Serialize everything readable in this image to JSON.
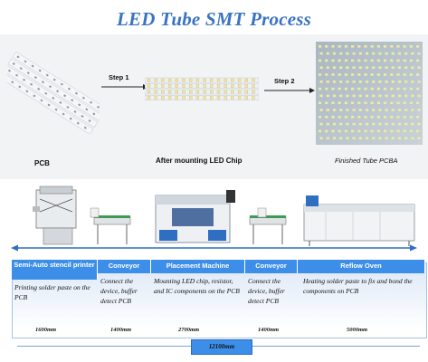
{
  "title": "LED Tube SMT Process",
  "process": {
    "pcb_label": "PCB",
    "step1_label": "Step 1",
    "after_label": "After mounting LED Chip",
    "step2_label": "Step 2",
    "finished_label": "Finished Tube PCBA"
  },
  "stations": [
    {
      "name": "Semi-Auto stencil printer",
      "desc": "Printing solder paste on the PCB",
      "dim": "1600mm"
    },
    {
      "name": "Conveyor",
      "desc": "Connect the device, buffer detect PCB",
      "dim": "1400mm"
    },
    {
      "name": "Placement Machine",
      "desc": "Mounting LED chip, resistor, and IC components on the PCB",
      "dim": "2700mm"
    },
    {
      "name": "Conveyor",
      "desc": "Connect the device, buffer detect PCB",
      "dim": "1400mm"
    },
    {
      "name": "Reflow Oven",
      "desc": "Heating solder paste to fix and bond the components on PCB",
      "dim": "5000mm"
    }
  ],
  "total_length": "12100mm",
  "colors": {
    "title": "#3a73c4",
    "header_blue": "#3d8ee8",
    "accent_blue": "#2e6fc2",
    "led_yellow": "#f2e9a0"
  }
}
